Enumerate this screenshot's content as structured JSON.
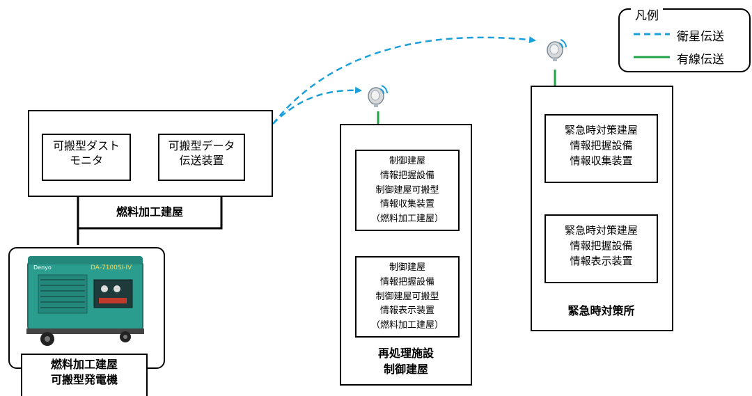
{
  "legend": {
    "title": "凡例",
    "items": [
      {
        "label": "衛星伝送",
        "color": "#1a9fdb",
        "style": "dashed"
      },
      {
        "label": "有線伝送",
        "color": "#22a34a",
        "style": "solid"
      }
    ]
  },
  "fuel_building": {
    "label": "燃料加工建屋",
    "dust_monitor": "可搬型ダスト\nモニタ",
    "data_transmitter": "可搬型データ\n伝送装置"
  },
  "generator": {
    "label": "燃料加工建屋\n可搬型発電機",
    "nameplate": "DA-7100SI-IV",
    "brand": "Denyo"
  },
  "reprocessing": {
    "label": "再処理施設\n制御建屋",
    "collect_device": "制御建屋\n情報把握設備\n制御建屋可搬型\n情報収集装置\n（燃料加工建屋）",
    "display_device": "制御建屋\n情報把握設備\n制御建屋可搬型\n情報表示装置\n（燃料加工建屋）"
  },
  "emergency": {
    "label": "緊急時対策所",
    "collect_device": "緊急時対策建屋\n情報把握設備\n情報収集装置",
    "display_device": "緊急時対策建屋\n情報把握設備\n情報表示装置"
  },
  "colors": {
    "satellite": "#1a9fdb",
    "wired": "#22a34a",
    "generator_body": "#2a9d8f"
  }
}
